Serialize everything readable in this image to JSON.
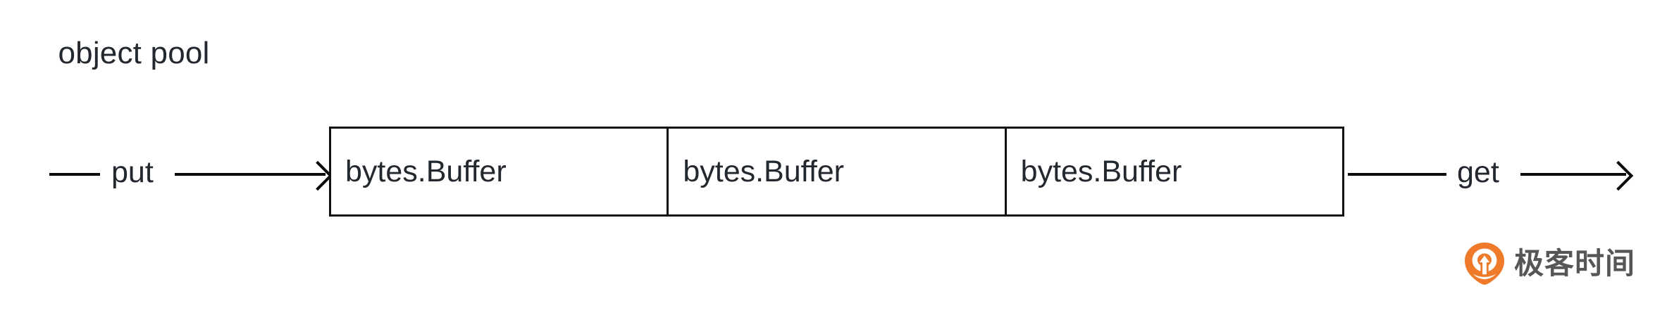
{
  "diagram": {
    "title": "object pool",
    "cells": [
      {
        "label": "bytes.Buffer"
      },
      {
        "label": "bytes.Buffer"
      },
      {
        "label": "bytes.Buffer"
      }
    ],
    "input_flow": {
      "label": "put",
      "direction": "right"
    },
    "output_flow": {
      "label": "get",
      "direction": "right"
    },
    "colors": {
      "text": "#23272e",
      "line": "#0a0a0a",
      "border": "#111111",
      "background": "#ffffff"
    }
  },
  "watermark": {
    "text": "极客时间",
    "logo_color": "#ef7a29",
    "text_color": "#565656"
  }
}
